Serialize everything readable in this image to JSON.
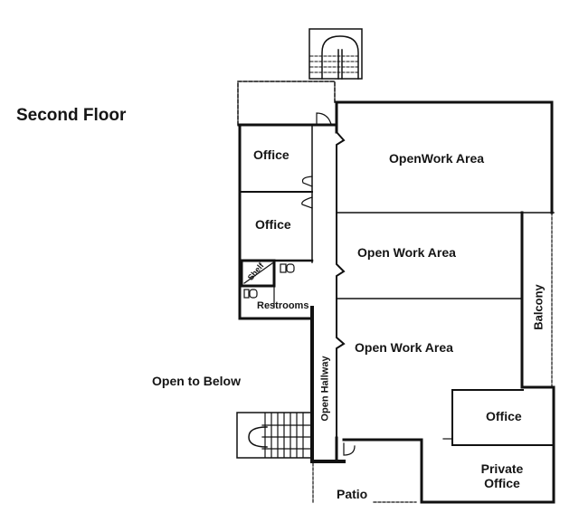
{
  "title": "Second Floor",
  "annotations": {
    "open_to_below": "Open to Below"
  },
  "rooms": {
    "office_1": "Office",
    "office_2": "Office",
    "shelf": "Shelf",
    "restrooms": "Restrooms",
    "open_work_area_1": "OpenWork Area",
    "open_work_area_2": "Open Work Area",
    "open_work_area_3": "Open Work Area",
    "balcony": "Balcony",
    "open_hallway": "Open Hallway",
    "office_3": "Office",
    "private_office": "Private Office",
    "patio": "Patio"
  },
  "colors": {
    "wall": "#111111",
    "background": "#ffffff"
  }
}
